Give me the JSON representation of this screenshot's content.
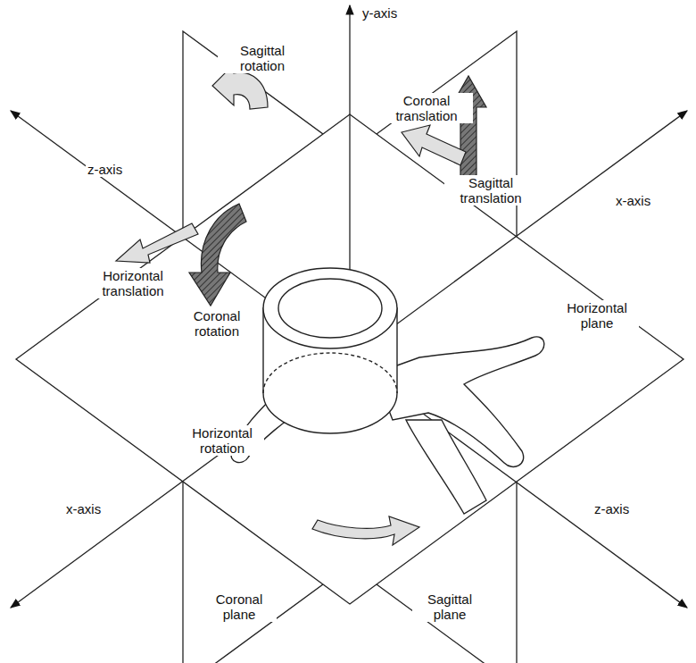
{
  "diagram": {
    "labels": [
      "y-axis",
      "Sagittal rotation",
      "Coronal translation",
      "z-axis",
      "x-axis",
      "Horizontal translation",
      "Sagittal translation",
      "Horizontal plane",
      "Coronal rotation",
      "Horizontal rotation",
      "x-axis",
      "z-axis",
      "Coronal plane",
      "Sagittal plane"
    ]
  }
}
